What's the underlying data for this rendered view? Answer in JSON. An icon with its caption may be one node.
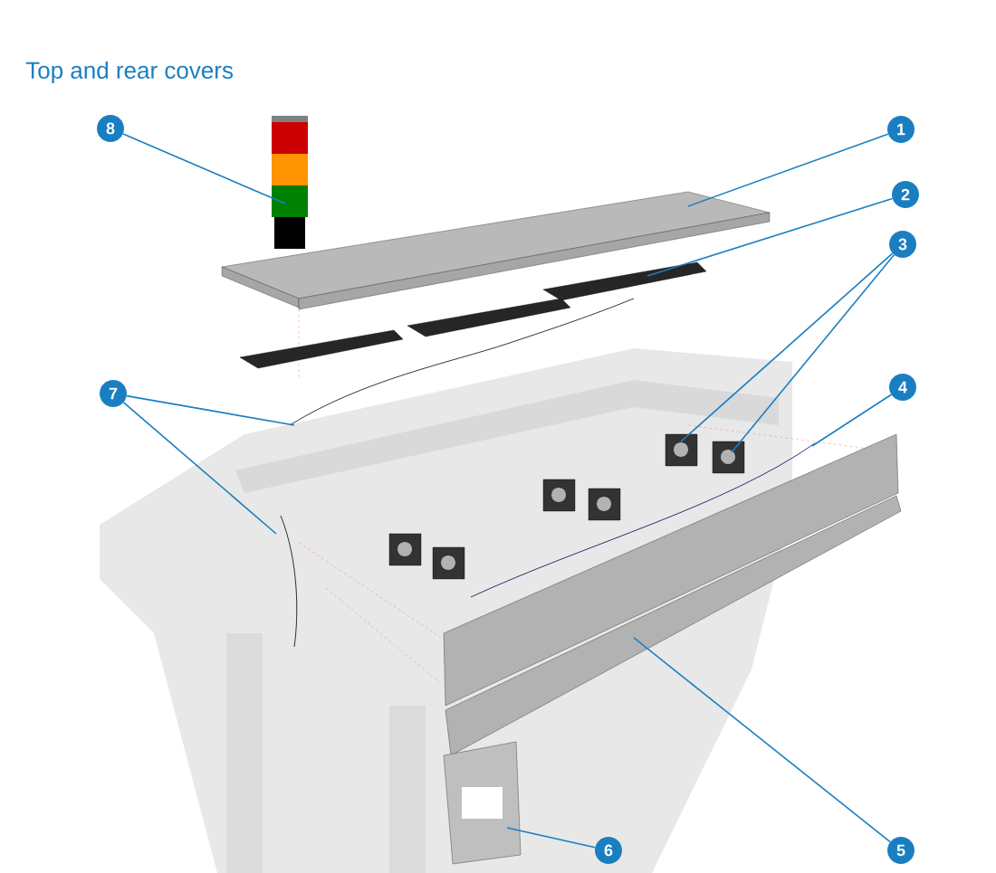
{
  "diagram": {
    "title": "Top and rear covers",
    "nodes": [
      {
        "text": [
          "8"
        ]
      },
      {
        "text": [
          "1"
        ]
      },
      {
        "text": [
          "2"
        ]
      },
      {
        "text": [
          "3"
        ]
      },
      {
        "text": [
          "7"
        ]
      },
      {
        "text": [
          "4"
        ]
      },
      {
        "text": [
          "6"
        ]
      },
      {
        "text": [
          "5"
        ]
      }
    ],
    "edges": [
      {
        "from": 0,
        "to": null,
        "arrow": "none"
      },
      {
        "from": 1,
        "to": null,
        "arrow": "none"
      },
      {
        "from": 2,
        "to": null,
        "arrow": "none"
      },
      {
        "from": 3,
        "to": null,
        "arrow": "none"
      },
      {
        "from": 3,
        "to": null,
        "arrow": "none"
      },
      {
        "from": 4,
        "to": null,
        "arrow": "none"
      },
      {
        "from": 4,
        "to": null,
        "arrow": "none"
      },
      {
        "from": 5,
        "to": null,
        "arrow": "none"
      },
      {
        "from": 6,
        "to": null,
        "arrow": "none"
      },
      {
        "from": 7,
        "to": null,
        "arrow": "none"
      }
    ]
  }
}
